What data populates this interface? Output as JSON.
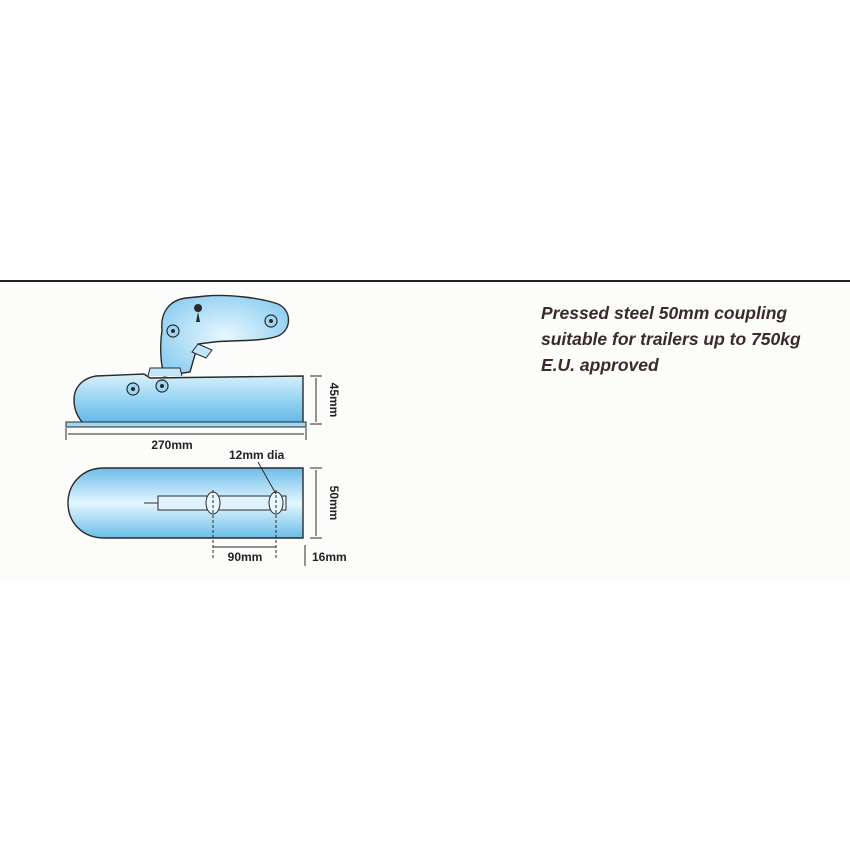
{
  "description": {
    "line1": "Pressed steel 50mm coupling",
    "line2": "suitable for trailers up to 750kg",
    "line3": "E.U. approved"
  },
  "dimensions": {
    "height": "45mm",
    "length": "270mm",
    "hole_diameter": "12mm dia",
    "width": "50mm",
    "hole_spacing": "90mm",
    "end_offset": "16mm"
  },
  "colors": {
    "body_fill": "#8fd0f2",
    "body_highlight": "#e6f6fd",
    "outline": "#2a2a2a",
    "text": "#3a2a2a"
  }
}
